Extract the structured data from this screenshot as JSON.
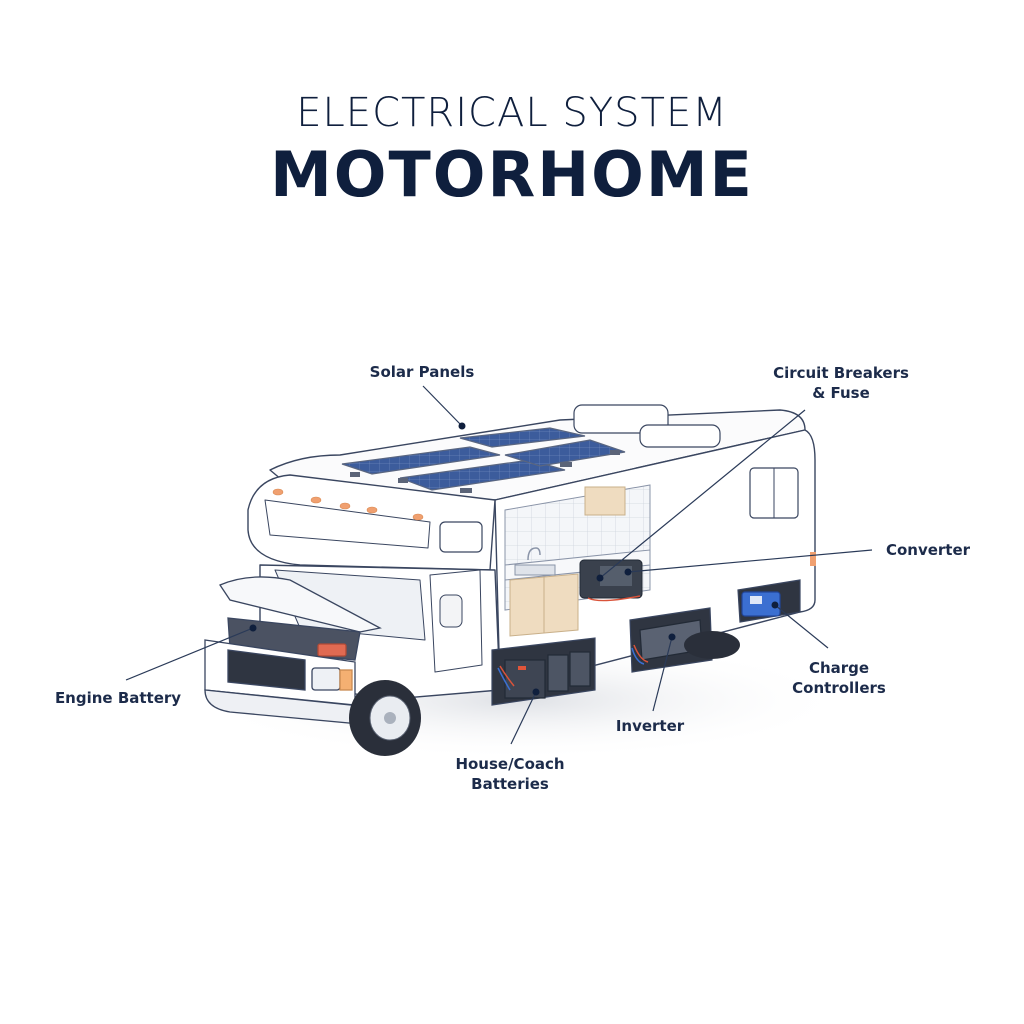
{
  "title": {
    "subtitle": "ELECTRICAL SYSTEM",
    "main": "MOTORHOME"
  },
  "colors": {
    "title": "#0f1f3d",
    "label": "#1c2b4a",
    "leader_line": "#2a3a58",
    "solar_panel": "#3a5a9a",
    "cabinet_wood": "#efdcc0",
    "marker_lights": "#f0a070",
    "charge_controller": "#3b6fd1",
    "battery_dark": "#3a414d"
  },
  "labels": {
    "solar_panels": "Solar Panels",
    "circuit_breakers_line1": "Circuit Breakers",
    "circuit_breakers_line2": "& Fuse",
    "converter": "Converter",
    "engine_battery": "Engine Battery",
    "house_batteries_line1": "House/Coach",
    "house_batteries_line2": "Batteries",
    "inverter": "Inverter",
    "charge_controllers_line1": "Charge",
    "charge_controllers_line2": "Controllers"
  }
}
